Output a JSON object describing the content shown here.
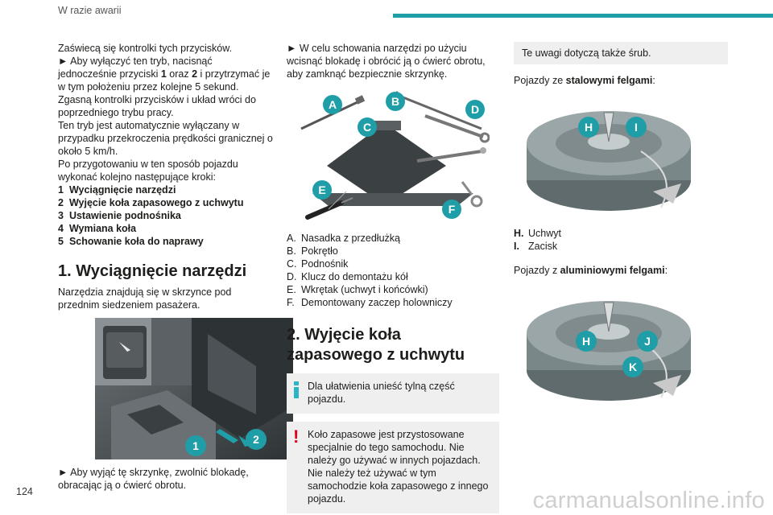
{
  "header": {
    "section": "W razie awarii"
  },
  "page_number": "124",
  "watermark": "carmanualsonline.info",
  "col1": {
    "intro_line1": "Zaświecą się kontrolki tych przycisków.",
    "bullet1_pre": "► Aby wyłączyć ten tryb, nacisnąć jednocześnie przyciski ",
    "bullet1_b1": "1",
    "bullet1_mid": " oraz ",
    "bullet1_b2": "2",
    "bullet1_post": " i przytrzymać je w tym położeniu przez kolejne 5 sekund.",
    "line_off": "Zgasną kontrolki przycisków i układ wróci do poprzedniego trybu pracy.",
    "line_auto": "Ten tryb jest automatycznie wyłączany w przypadku przekroczenia prędkości granicznej o około 5 km/h.",
    "line_prep": "Po przygotowaniu w ten sposób pojazdu wykonać kolejno następujące kroki:",
    "steps": [
      {
        "num": "1",
        "text": "Wyciągnięcie narzędzi"
      },
      {
        "num": "2",
        "text": "Wyjęcie koła zapasowego z uchwytu"
      },
      {
        "num": "3",
        "text": "Ustawienie podnośnika"
      },
      {
        "num": "4",
        "text": "Wymiana koła"
      },
      {
        "num": "5",
        "text": "Schowanie koła do naprawy"
      }
    ],
    "heading1": "1. Wyciągnięcie narzędzi",
    "tools_text": "Narzędzia znajdują się w skrzynce pod przednim siedzeniem pasażera.",
    "img_callouts": [
      "1",
      "2"
    ],
    "bullet2": "► Aby wyjąć tę skrzynkę, zwolnić blokadę, obracając ją o ćwierć obrotu."
  },
  "col2": {
    "bullet3": "► W celu schowania narzędzi po użyciu wcisnąć blokadę i obrócić ją o ćwierć obrotu, aby zamknąć bezpiecznie skrzynkę.",
    "img_callouts": [
      "A",
      "B",
      "C",
      "D",
      "E",
      "F"
    ],
    "legend": [
      {
        "k": "A.",
        "v": "Nasadka z przedłużką"
      },
      {
        "k": "B.",
        "v": "Pokrętło"
      },
      {
        "k": "C.",
        "v": "Podnośnik"
      },
      {
        "k": "D.",
        "v": "Klucz do demontażu kół"
      },
      {
        "k": "E.",
        "v": "Wkrętak (uchwyt i końcówki)"
      },
      {
        "k": "F.",
        "v": "Demontowany zaczep holowniczy"
      }
    ],
    "heading2": "2. Wyjęcie koła zapasowego z uchwytu",
    "info_note": "Dla ułatwienia unieść tylną część pojazdu.",
    "warn_line1": "Koło zapasowe jest przystosowane specjalnie do tego samochodu. Nie należy go używać w innych pojazdach.",
    "warn_line2": "Nie należy też używać w tym samochodzie koła zapasowego z innego pojazdu."
  },
  "col3": {
    "screws_note": "Te uwagi dotyczą także śrub.",
    "steel_pre": "Pojazdy ze ",
    "steel_b": "stalowymi felgami",
    "steel_post": ":",
    "img1_callouts": [
      "H",
      "I"
    ],
    "legend": [
      {
        "k": "H.",
        "v": "Uchwyt"
      },
      {
        "k": "I.",
        "v": "Zacisk"
      }
    ],
    "alu_pre": "Pojazdy z ",
    "alu_b": "aluminiowymi felgami",
    "alu_post": ":",
    "img2_callouts": [
      "H",
      "J",
      "K"
    ]
  },
  "colors": {
    "accent": "#1f9ea7",
    "info": "#2bb5c4",
    "warning": "#e2001a",
    "note_bg": "#efefef"
  }
}
